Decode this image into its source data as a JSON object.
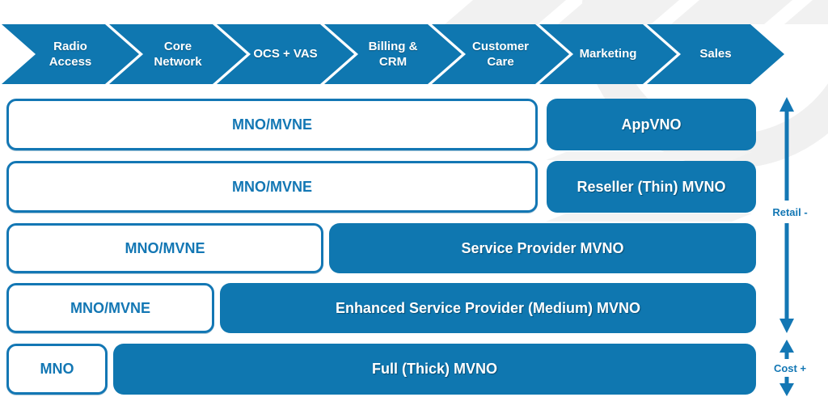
{
  "palette": {
    "blue": "#0F77B0",
    "text_blue": "#1377B4",
    "background": "#FFFFFF",
    "watermark_gray": "#F0F0F0"
  },
  "value_chain": {
    "steps": [
      {
        "label": "Radio Access"
      },
      {
        "label": "Core Network"
      },
      {
        "label": "OCS + VAS"
      },
      {
        "label": "Billing & CRM"
      },
      {
        "label": "Customer Care"
      },
      {
        "label": "Marketing"
      },
      {
        "label": "Sales"
      }
    ]
  },
  "mvno_rows": [
    {
      "operator": "MNO/MVNE",
      "mvno_type": "AppVNO"
    },
    {
      "operator": "MNO/MVNE",
      "mvno_type": "Reseller (Thin) MVNO"
    },
    {
      "operator": "MNO/MVNE",
      "mvno_type": "Service Provider MVNO"
    },
    {
      "operator": "MNO/MVNE",
      "mvno_type": "Enhanced Service Provider (Medium) MVNO"
    },
    {
      "operator": "MNO",
      "mvno_type": "Full (Thick) MVNO"
    }
  ],
  "axis": {
    "retail_label": "Retail -",
    "cost_label": "Cost +"
  }
}
